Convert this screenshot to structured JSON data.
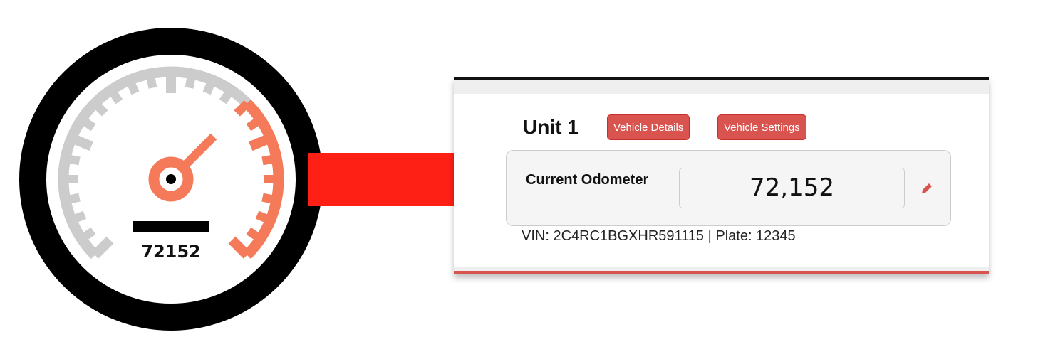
{
  "gauge": {
    "reading": "72152",
    "colors": {
      "ring": "#000000",
      "scale": "#cccccc",
      "redline": "#f47a59",
      "needle": "#f47a59"
    }
  },
  "arrow": {
    "color": "#ff2015"
  },
  "panel": {
    "unit_title": "Unit 1",
    "buttons": {
      "vehicle_details": "Vehicle Details",
      "vehicle_settings": "Vehicle Settings"
    },
    "odometer": {
      "label": "Current Odometer",
      "value": "72,152",
      "edit_icon": "pencil-icon"
    },
    "vin_line": "VIN: 2C4RC1BGXHR591115 | Plate: 12345",
    "accent": "#d9534f"
  }
}
